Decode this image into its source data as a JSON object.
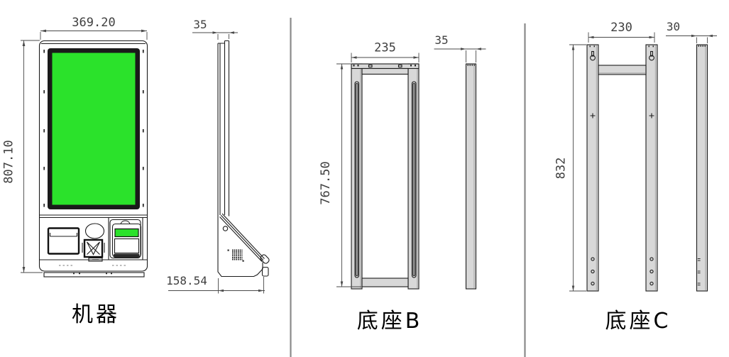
{
  "colors": {
    "screen_green": "#2be22b",
    "metal_gray": "#d8d8d8",
    "line_black": "#1c1c1c",
    "dim_gray": "#4a4a4a",
    "separator_gray": "#8a8a8a"
  },
  "machine": {
    "label": "机器",
    "front": {
      "width_dim": "369.20",
      "height_dim": "807.10"
    },
    "side": {
      "thickness_dim": "35",
      "base_depth_dim": "158.54"
    }
  },
  "base_b": {
    "label": "底座B",
    "front": {
      "width_dim": "235",
      "height_dim": "767.50"
    },
    "side": {
      "thickness_dim": "35"
    }
  },
  "base_c": {
    "label": "底座C",
    "front": {
      "width_dim": "230",
      "height_dim": "832"
    },
    "side": {
      "thickness_dim": "30"
    }
  }
}
